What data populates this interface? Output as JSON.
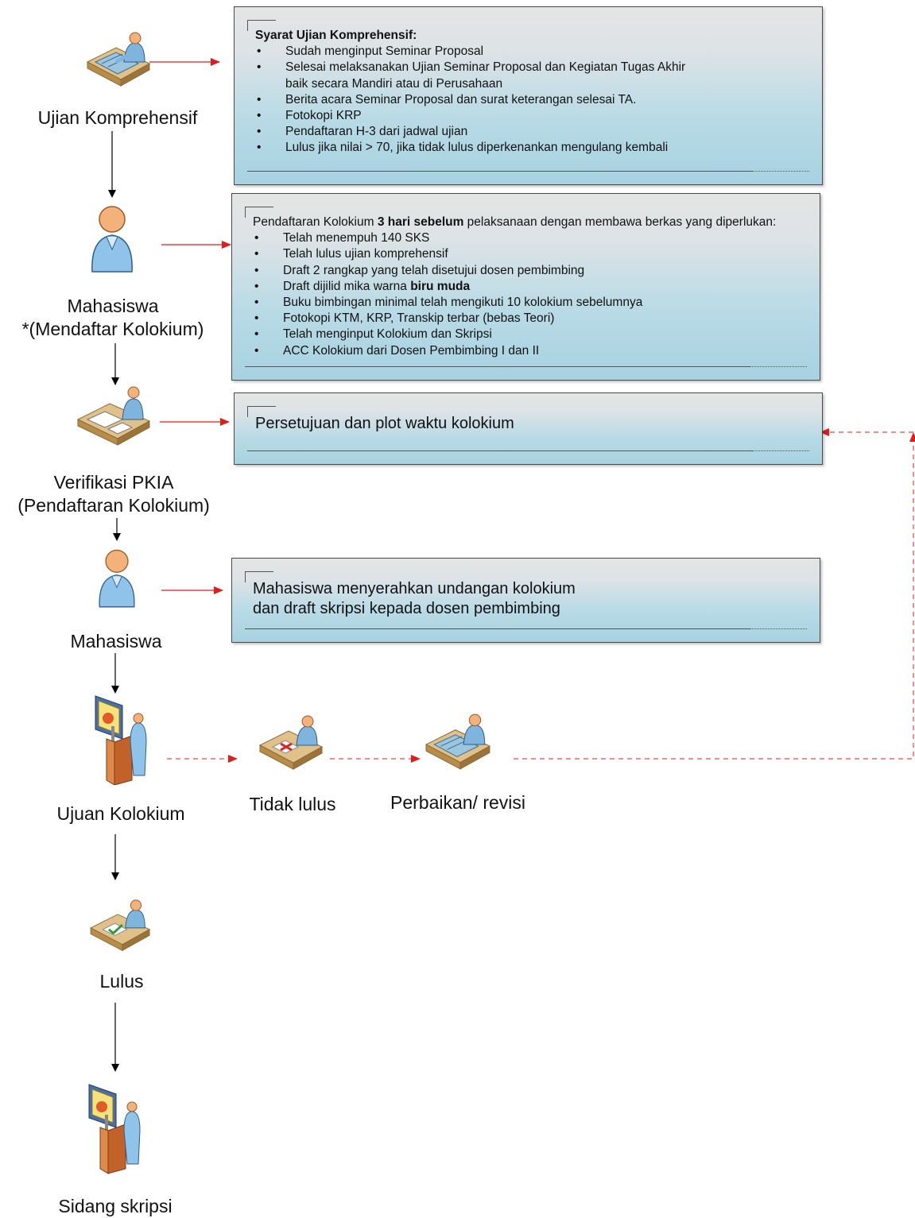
{
  "colors": {
    "accent_arrow": "#e31b1b",
    "flow_arrow": "#000000",
    "box_border": "#4a4a4a",
    "box_bottom": "#a7d2e1"
  },
  "steps": {
    "ujian_komprehensif": "Ujian Komprehensif",
    "mahasiswa_daftar_1": "Mahasiswa",
    "mahasiswa_daftar_2": "*(Mendaftar Kolokium)",
    "verifikasi_1": "Verifikasi PKIA",
    "verifikasi_2": "(Pendaftaran Kolokium)",
    "mahasiswa": "Mahasiswa",
    "ujian_kolokium": "Ujuan Kolokium",
    "tidak_lulus": "Tidak lulus",
    "perbaikan": "Perbaikan/ revisi",
    "lulus": "Lulus",
    "sidang": "Sidang skripsi"
  },
  "box1": {
    "title": "Syarat Ujian Komprehensif:",
    "items": [
      "Sudah menginput Seminar Proposal",
      "Selesai melaksanakan Ujian Seminar Proposal dan Kegiatan Tugas Akhir",
      "Berita acara Seminar Proposal dan surat keterangan selesai TA.",
      "Fotokopi KRP",
      "Pendaftaran H-3 dari jadwal ujian",
      "Lulus jika nilai > 70, jika tidak lulus diperkenankan mengulang kembali"
    ],
    "item2_cont": "baik secara Mandiri atau di Perusahaan"
  },
  "box2": {
    "intro_a": "Pendaftaran Kolokium ",
    "intro_bold": "3 hari sebelum",
    "intro_b": " pelaksanaan dengan membawa berkas yang diperlukan:",
    "items": [
      "Telah menempuh 140 SKS",
      "Telah lulus ujian komprehensif",
      "Draft 2 rangkap yang telah disetujui dosen pembimbing",
      "Buku bimbingan minimal telah mengikuti 10 kolokium sebelumnya",
      "Fotokopi KTM, KRP, Transkip terbar (bebas Teori)",
      "Telah menginput Kolokium dan Skripsi",
      "ACC Kolokium dari Dosen Pembimbing I dan II"
    ],
    "item4_a": "Draft dijilid mika warna ",
    "item4_bold": "biru muda"
  },
  "box3": {
    "text": "Persetujuan dan plot waktu kolokium"
  },
  "box4": {
    "line1": "Mahasiswa menyerahkan undangan kolokium",
    "line2": "dan draft skripsi kepada dosen pembimbing"
  }
}
